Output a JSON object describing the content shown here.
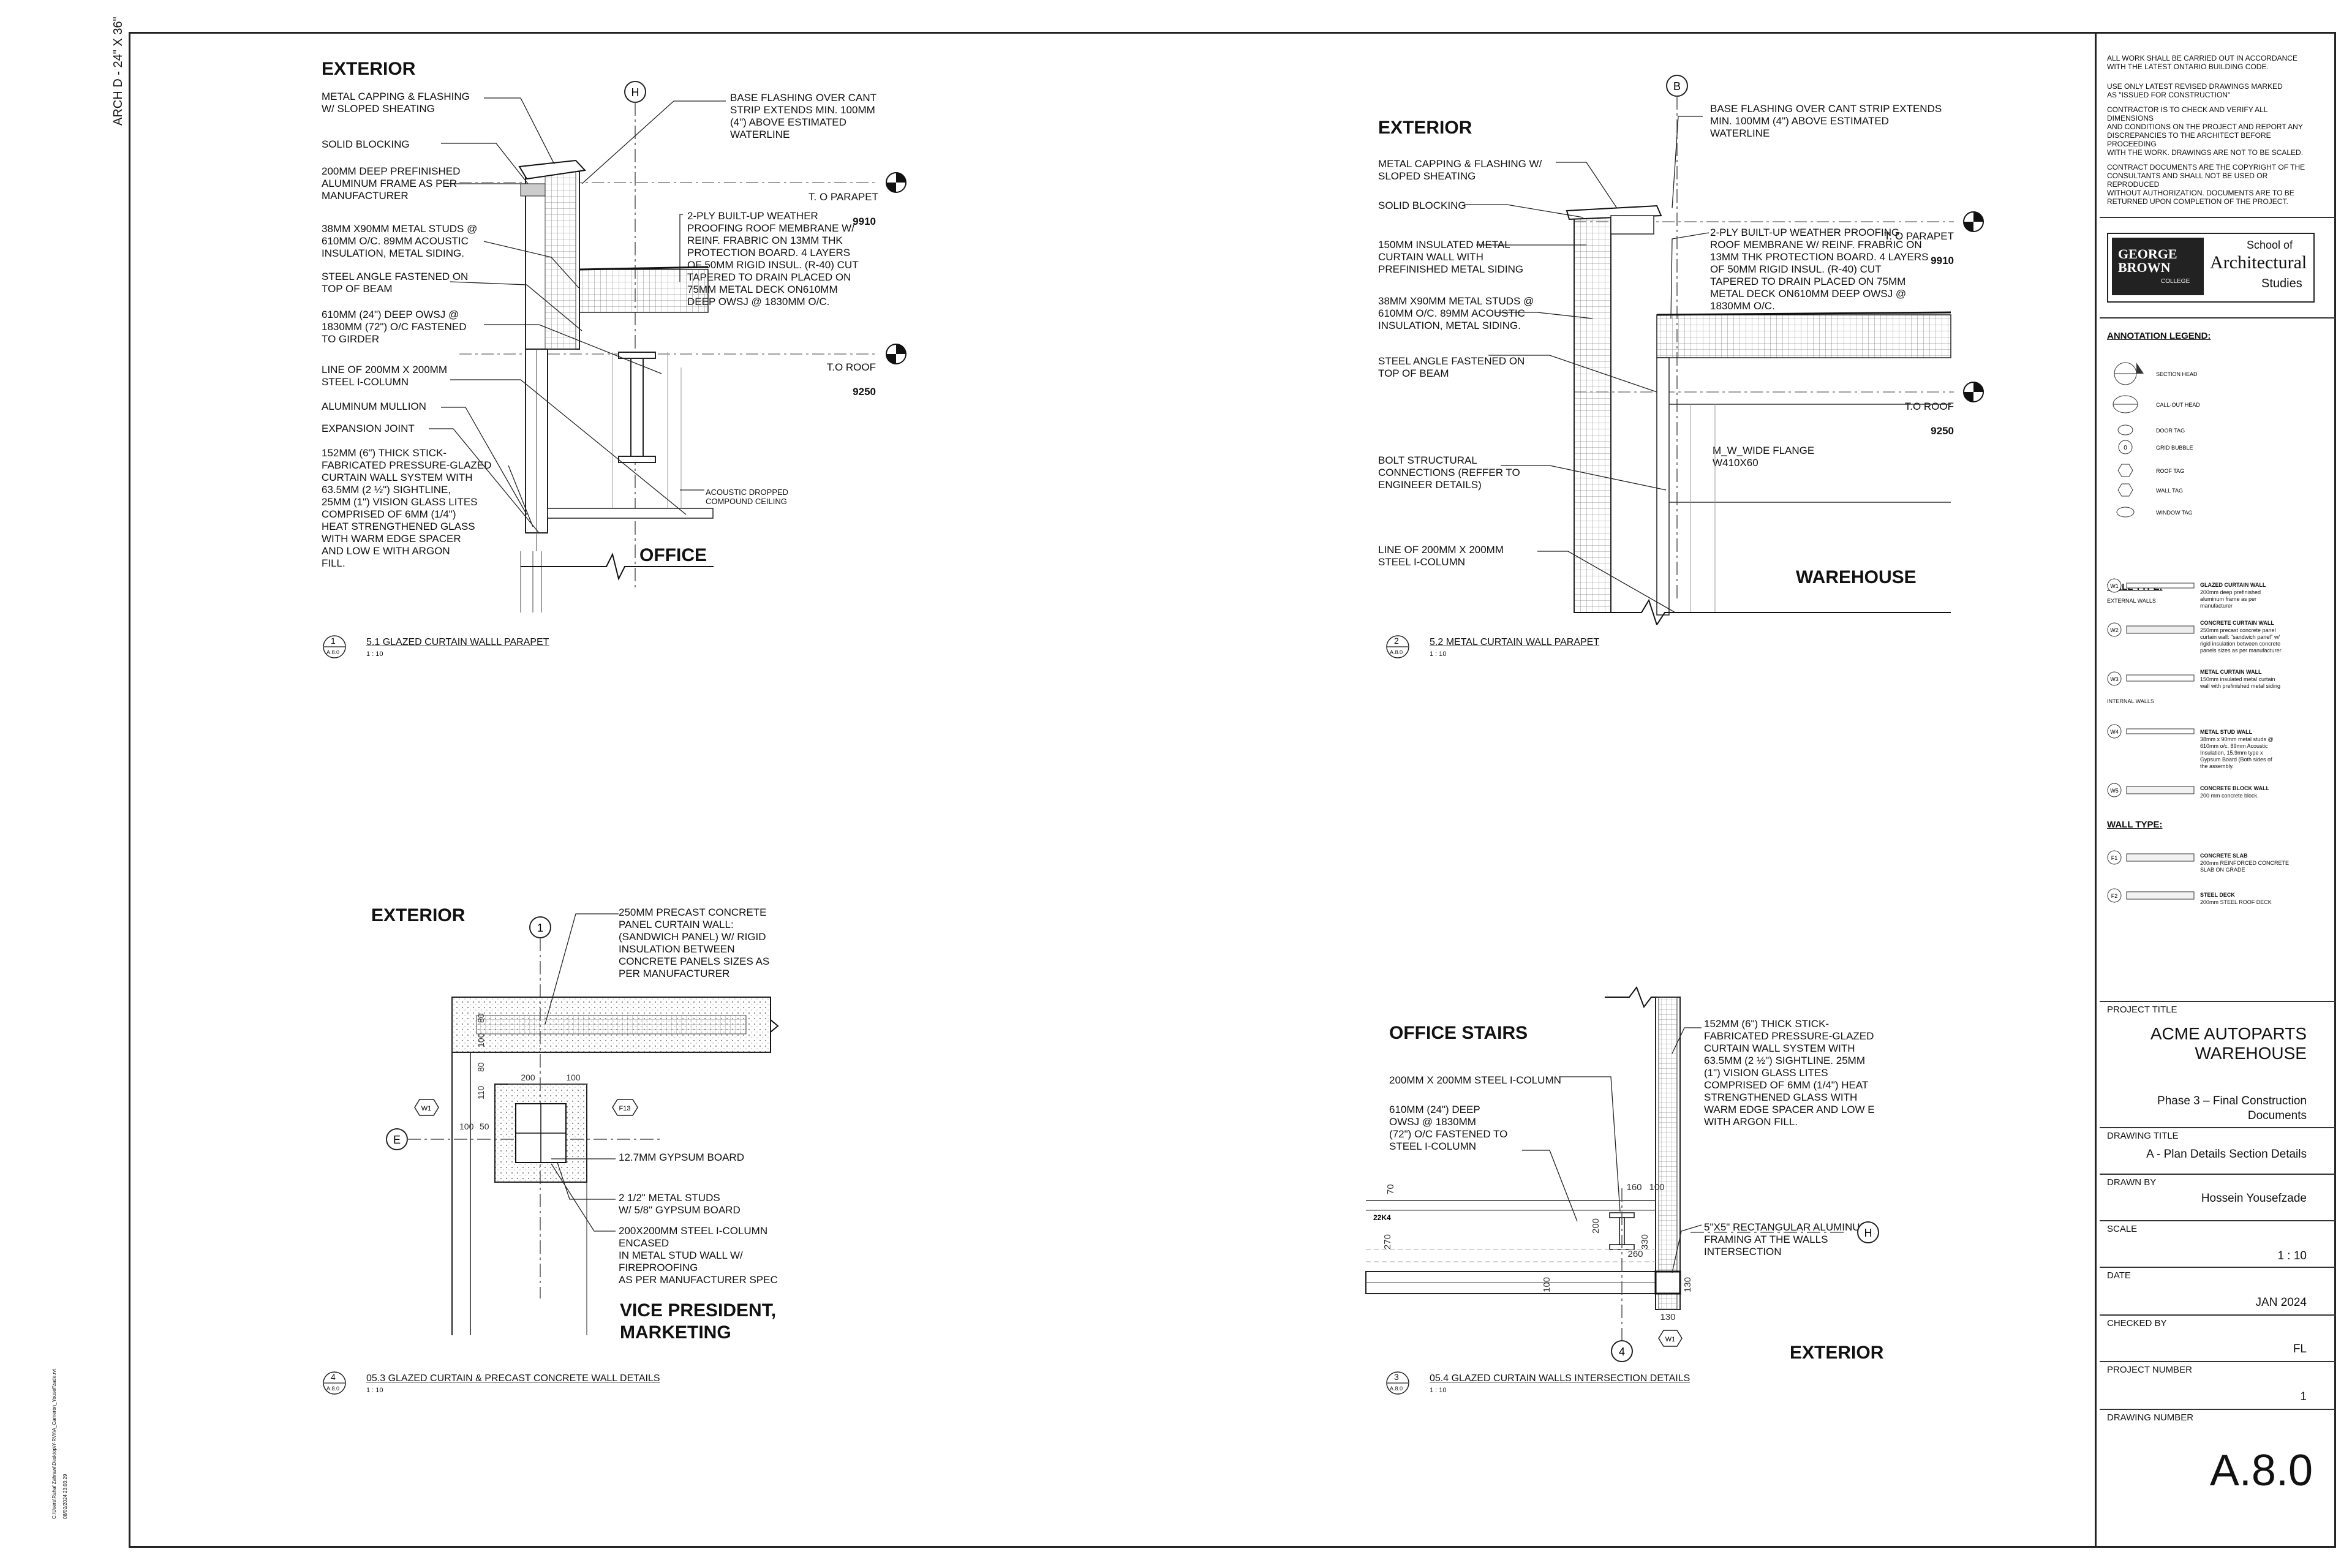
{
  "sheet_size": "ARCH D - 24\" X 36\"",
  "file_path": "C:\\Users\\Rahaf Zahrawi\\Desktop\\Y-RVit\\A_Cameron_Youseffzade.rvt",
  "file_date": "08/02/2024 23:03:29",
  "details": {
    "d1": {
      "exterior": "EXTERIOR",
      "space": "OFFICE",
      "number": "1",
      "sheet": "A.8.0",
      "title": "5.1 GLAZED CURTAIN WALLl PARAPET",
      "scale": "1 : 10",
      "grid": "H",
      "notes_left": [
        "METAL CAPPING & FLASHING\nW/ SLOPED SHEATING",
        "SOLID BLOCKING",
        "200mm DEEP PREFINISHED\nALUMINUM FRAME AS PER\nMANUFACTURER",
        "38mm x90mm METAL STUDS @\n610mm O/C. 89mm ACOUSTIC\nINSULATION, METAL SIDING.",
        "STEEL ANGLE FASTENED ON\nTOP OF BEAM",
        "610mm (24\") DEEP OWSJ @\n1830mm (72\") O/C FASTENED\nTO GIRDER",
        "LINE OF 200mm x 200mm\nSTEEL I-COLUMN",
        "ALUMINUM MULLION",
        "EXPANSION JOINT",
        "152mm (6\") THICK STICK-\nFABRICATED PRESSURE-GLAZED\nCURTAIN WALL SYSTEM WITH\n63.5mm (2 ½\") SIGHTLINE,\n25mm (1\") VISION GLASS LITES\nCOMPRISED OF 6mm (1/4\")\nHEAT STRENGTHENED GLASS\nWITH WARM EDGE SPACER\nAND LOW E WITH ARGON\nFILL."
      ],
      "notes_right": [
        "BASE FLASHING OVER CANT\nSTRIP EXTENDS min. 100mm\n(4\") ABOVE ESTIMATED\nWATERLINE",
        "2-PLY BUILT-UP WEATHER\nPROOFING ROOF MEMBRANE W/\nREINF. FRABRIC ON 13mm THK\nPROTECTION BOARD. 4 LAYERS\nOF 50mm RIGID INSUL. (R-40) CUT\nTAPERED TO DRAIN PLACED ON\n75mm METAL DECK ON610mm\nDEEP OWSJ @ 1830mm O/C."
      ],
      "ceiling_note": "ACOUSTIC DROPPED\nCOMPOUND CEILING",
      "levels": [
        {
          "name": "T. O PARAPET",
          "elev": "9910"
        },
        {
          "name": "T.O ROOF",
          "elev": "9250"
        }
      ]
    },
    "d2": {
      "exterior": "EXTERIOR",
      "space": "WAREHOUSE",
      "number": "2",
      "sheet": "A.8.0",
      "title": "5.2 METAL CURTAIN WALL PARAPET",
      "scale": "1 : 10",
      "grid": "B",
      "notes_left": [
        "METAL CAPPING & FLASHING W/\nSLOPED SHEATING",
        "SOLID BLOCKING",
        "150mm INSULATED METAL\nCURTAIN WALL WITH\nPREFINISHED METAL SIDING",
        "38mm x90mm METAL STUDS @\n610mm O/C. 89mm ACOUSTIC\nINSULATION, METAL SIDING.",
        "STEEL ANGLE FASTENED ON\nTOP OF BEAM",
        "BOLT STRUCTURAL\nCONNECTIONS (REFFER TO\nENGINEER DETAILS)",
        "LINE OF 200mm x 200mm\nSTEEL I-COLUMN"
      ],
      "notes_right": [
        "BASE FLASHING OVER CANT STRIP EXTENDS\nmin. 100mm (4\") ABOVE ESTIMATED\nWATERLINE",
        "2-PLY BUILT-UP WEATHER PROOFING\nROOF MEMBRANE W/ REINF. FRABRIC ON\n13mm THK PROTECTION BOARD. 4 LAYERS\nOF 50mm RIGID INSUL. (R-40) CUT\nTAPERED TO DRAIN PLACED ON 75mm\nMETAL DECK ON610mm DEEP OWSJ @\n1830mm O/C."
      ],
      "beam_note": "M_W_WIDE FLANGE\nW410X60",
      "levels": [
        {
          "name": "T. O PARAPET",
          "elev": "9910"
        },
        {
          "name": "T.O ROOF",
          "elev": "9250"
        }
      ]
    },
    "d4": {
      "exterior": "EXTERIOR",
      "space": "VICE PRESIDENT,\nMARKETING",
      "number": "4",
      "sheet": "A.8.0",
      "title": "05.3 GLAZED CURTAIN & PRECAST CONCRETE WALL DETAILS",
      "scale": "1 : 10",
      "grid_top": "1",
      "grid_left": "E",
      "tag_w": "W1",
      "tag_f": "F13",
      "notes": [
        "250mm PRECAST CONCRETE\nPANEL CURTAIN WALL:\n(SANDWICH PANEL) W/ RIGID\nINSULATION BETWEEN\nCONCRETE PANELS SIZES AS\nPER MANUFACTURER",
        "12.7mm GYPSUM BOARD",
        "2 1/2\" METAL STUDS\nW/ 5/8\" GYPSUM BOARD",
        "200X200mm STEEL I-COLUMN\nENCASED\nIN METAL STUD WALL W/\nFIREPROOFING\nAS PER MANUFACTURER SPEC"
      ],
      "dims": [
        "200",
        "100",
        "110",
        "80",
        "100",
        "80",
        "100",
        "50"
      ]
    },
    "d3": {
      "exterior": "EXTERIOR",
      "space": "OFFICE STAIRS",
      "number": "3",
      "sheet": "A.8.0",
      "title": "05.4 GLAZED CURTAIN WALLS INTERSECTION DETAILS",
      "scale": "1 : 10",
      "grid_right": "H",
      "grid_bottom": "4",
      "tag_w": "W1",
      "joist": "22K4",
      "notes": [
        "200mm x 200mm STEEL I-COLUMN",
        "610mm (24\") DEEP\nOWSJ @ 1830mm\n(72\") O/C FASTENED TO\nSTEEL I-COLUMN",
        "152mm (6\") THICK STICK-\nFABRICATED PRESSURE-GLAZED\nCURTAIN WALL SYSTEM WITH\n63.5mm (2 ½\") SIGHTLINE. 25mm\n(1\") VISION GLASS LITES\nCOMPRISED OF 6mm (1/4\") HEAT\nSTRENGTHENED GLASS WITH\nWARM EDGE SPACER AND LOW E\nWITH ARGON FILL.",
        "5\"x5\" RECTANGULAR ALUMINUM\nFRAMING AT THE WALLS\nINTERSECTION"
      ],
      "dims": [
        "70",
        "160",
        "100",
        "200",
        "270",
        "330",
        "260",
        "100",
        "130",
        "130"
      ]
    }
  },
  "titleblock": {
    "general_notes": [
      "ALL WORK SHALL BE CARRIED OUT IN ACCORDANCE\nWITH THE LATEST ONTARIO BUILDING CODE.",
      "USE ONLY LATEST REVISED DRAWINGS MARKED\nAS \"ISSUED FOR CONSTRUCTION\"",
      "CONTRACTOR IS TO CHECK AND VERIFY ALL\nDIMENSIONS\nAND CONDITIONS ON THE PROJECT AND REPORT ANY\nDISCREPANCIES TO THE ARCHITECT BEFORE\nPROCEEDING\nWITH THE WORK. DRAWINGS ARE NOT TO BE SCALED.",
      "CONTRACT DOCUMENTS ARE THE COPYRIGHT OF THE\nCONSULTANTS AND SHALL NOT BE USED OR\nREPRODUCED\nWITHOUT AUTHORIZATION. DOCUMENTS ARE TO BE\nRETURNED UPON COMPLETION OF THE PROJECT."
    ],
    "logo_left": "GEORGE\nBROWN",
    "logo_left_sub": "COLLEGE",
    "logo_right_top": "School of",
    "logo_right_mid": "Architectural",
    "logo_right_bot": "Studies",
    "annotation_legend": "ANNOTATION LEGEND:",
    "legend_items": [
      "SECTION HEAD",
      "CALL-OUT HEAD",
      "DOOR TAG",
      "GRID BUBBLE",
      "ROOF TAG",
      "WALL TAG",
      "WINDOW TAG"
    ],
    "wall_type_heading": "WALL TYPE:",
    "external_walls": "EXTERNAL WALLS",
    "internal_walls": "INTERNAL WALLS",
    "wall_types": [
      {
        "tag": "W1",
        "name": "GLAZED CURTAIN WALL",
        "desc": "200mm deep prefinished\naluminum frame as per\nmanufacturer"
      },
      {
        "tag": "W2",
        "name": "CONCRETE CURTAIN WALL",
        "desc": "250mm precast concrete panel\ncurtain wall: \"sandwich panel\" w/\nrigid insulation between concrete\npanels sizes as per manufacturer"
      },
      {
        "tag": "W3",
        "name": "METAL CURTAIN WALL",
        "desc": "150mm insulated metal curtain\nwall with prefinished metal siding"
      },
      {
        "tag": "W4",
        "name": "METAL STUD WALL",
        "desc": "38mm x 90mm metal studs @\n610mm o/c. 89mm Acoustic\nInsulation, 15.9mm type x\nGypsum Board (Both sides of\nthe assembly."
      },
      {
        "tag": "W5",
        "name": "CONCRETE BLOCK WALL",
        "desc": "200 mm concrete block."
      }
    ],
    "floor_type_heading": "WALL TYPE:",
    "floor_types": [
      {
        "tag": "F1",
        "name": "CONCRETE SLAB",
        "desc": "200mm REINFORCED CONCRETE\nSLAB ON GRADE"
      },
      {
        "tag": "F2",
        "name": "STEEL DECK",
        "desc": "200mm STEEL ROOF DECK"
      }
    ],
    "project_title_label": "PROJECT TITLE",
    "project_title": "ACME AUTOPARTS\nWAREHOUSE",
    "phase": "Phase 3 – Final Construction\nDocuments",
    "drawing_title_label": "DRAWING TITLE",
    "drawing_title": "A - Plan Details Section Details",
    "drawn_by_label": "DRAWN BY",
    "drawn_by": "Hossein Yousefzade",
    "scale_label": "SCALE",
    "scale": "1 : 10",
    "date_label": "DATE",
    "date": "JAN 2024",
    "checked_by_label": "CHECKED BY",
    "checked_by": "FL",
    "project_number_label": "PROJECT NUMBER",
    "project_number": "1",
    "drawing_number_label": "DRAWING NUMBER",
    "drawing_number": "A.8.0"
  }
}
